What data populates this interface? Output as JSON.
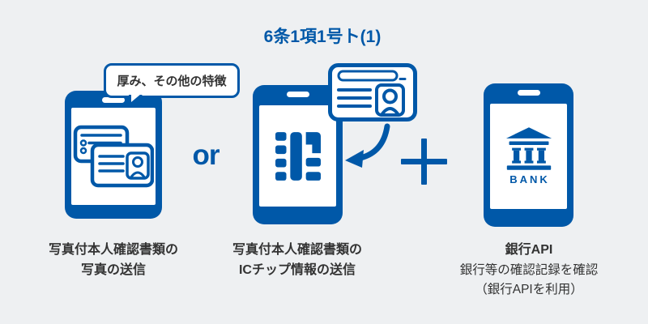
{
  "colors": {
    "accent": "#0058a8",
    "background": "#eef0f2",
    "text": "#333333"
  },
  "title": "6条1項1号ト(1)",
  "speech_bubble": {
    "text": "厚み、その他の特徴"
  },
  "connectors": {
    "or_label": "or",
    "plus_icon": "plus-icon"
  },
  "phones": [
    {
      "name": "photo-send-phone",
      "icon": "id-cards-icon",
      "caption": [
        "写真付本人確認書類の",
        "写真の送信"
      ]
    },
    {
      "name": "ic-chip-phone",
      "icon": "ic-chip-icon",
      "decorations": [
        "id-card-icon",
        "curved-arrow-icon"
      ],
      "caption": [
        "写真付本人確認書類の",
        "ICチップ情報の送信"
      ]
    },
    {
      "name": "bank-api-phone",
      "icon": "bank-icon",
      "bank_label": "BANK",
      "caption": [
        "銀行API",
        "銀行等の確認記録を確認",
        "（銀行APIを利用）"
      ]
    }
  ]
}
